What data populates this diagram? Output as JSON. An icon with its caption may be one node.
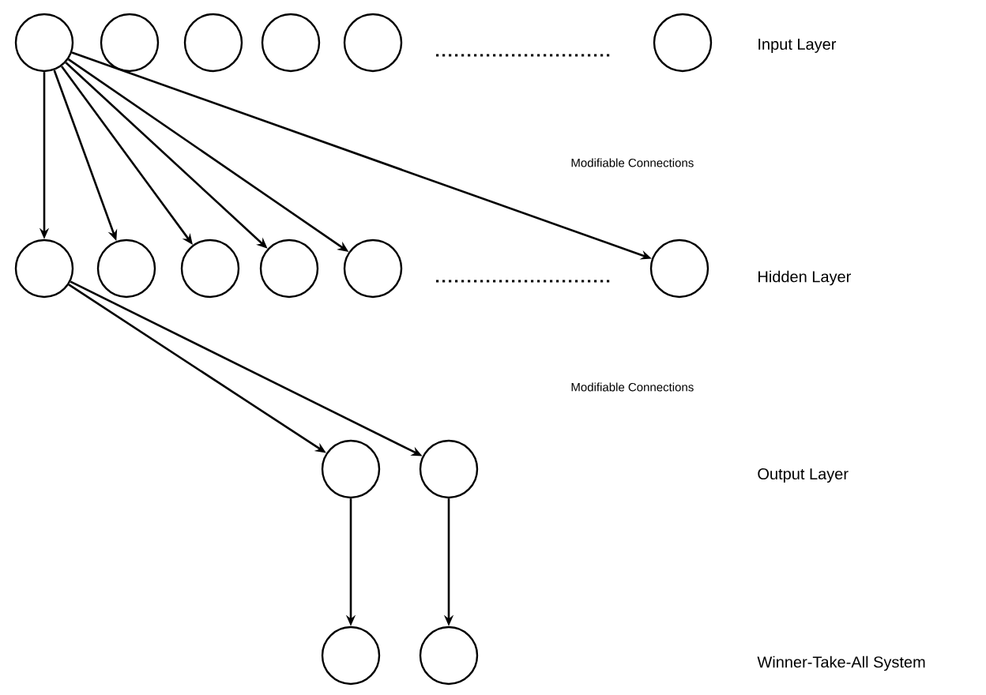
{
  "diagram": {
    "nodes": [
      {
        "text": [],
        "shape": "circle"
      },
      {
        "text": [],
        "shape": "circle"
      },
      {
        "text": [],
        "shape": "circle"
      },
      {
        "text": [],
        "shape": "circle"
      },
      {
        "text": [],
        "shape": "circle"
      },
      {
        "text": [],
        "shape": "circle"
      },
      {
        "text": [],
        "shape": "circle"
      },
      {
        "text": [],
        "shape": "circle"
      },
      {
        "text": [],
        "shape": "circle"
      },
      {
        "text": [],
        "shape": "circle"
      },
      {
        "text": [],
        "shape": "circle"
      },
      {
        "text": [],
        "shape": "circle"
      },
      {
        "text": [],
        "shape": "circle"
      },
      {
        "text": [],
        "shape": "circle"
      },
      {
        "text": [],
        "shape": "circle"
      },
      {
        "text": [],
        "shape": "circle"
      }
    ],
    "edges": [
      {
        "from": 0,
        "to": 6,
        "arrow": "to"
      },
      {
        "from": 0,
        "to": 7,
        "arrow": "to"
      },
      {
        "from": 0,
        "to": 8,
        "arrow": "to"
      },
      {
        "from": 0,
        "to": 9,
        "arrow": "to"
      },
      {
        "from": 0,
        "to": 10,
        "arrow": "to"
      },
      {
        "from": 0,
        "to": 11,
        "arrow": "to"
      },
      {
        "from": 6,
        "to": 12,
        "arrow": "to"
      },
      {
        "from": 6,
        "to": 13,
        "arrow": "to"
      },
      {
        "from": 12,
        "to": 14,
        "arrow": "to"
      },
      {
        "from": 13,
        "to": 15,
        "arrow": "to"
      }
    ],
    "labels": [
      "Input Layer",
      "Modifiable Connections",
      "Hidden Layer",
      "Modifiable Connections",
      "Output Layer",
      "Winner-Take-All System"
    ]
  }
}
